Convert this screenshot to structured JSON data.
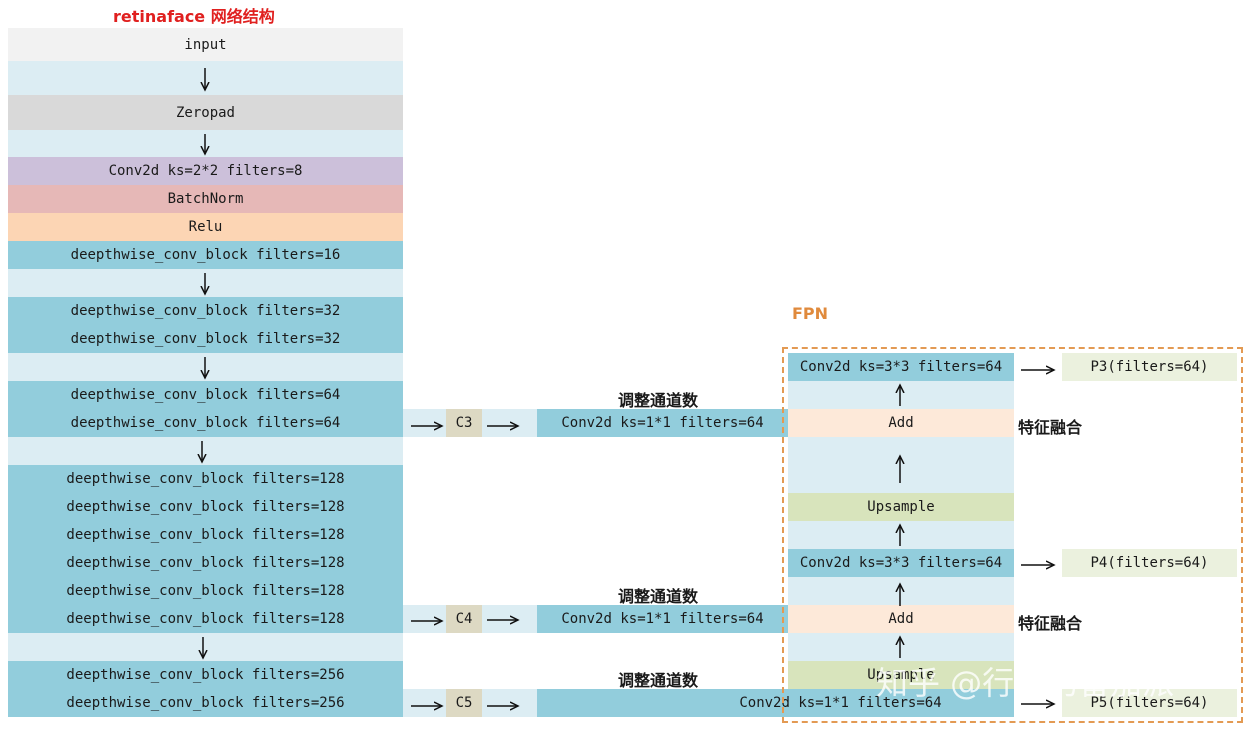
{
  "title": "retinaface 网络结构",
  "fpn_title": "FPN",
  "colors": {
    "title": "#e0201f",
    "fpn": "#e08a3c",
    "arrow_band": "#dcedf3",
    "block": "#92cddc",
    "input": "#f2f2f2",
    "zeropad": "#d9d9d9",
    "conv": "#ccc0da",
    "batchnorm": "#e6b8b7",
    "relu": "#fcd5b4",
    "add": "#fde9d9",
    "upsample": "#d8e4bc",
    "p_box": "#ebf1de",
    "c_box": "#ddd9c3"
  },
  "backbone": {
    "input": "input",
    "zeropad": "Zeropad",
    "conv": "Conv2d ks=2*2 filters=8",
    "batchnorm": "BatchNorm",
    "relu": "Relu",
    "block16": "deepthwise_conv_block filters=16",
    "block32": "deepthwise_conv_block filters=32",
    "block64": "deepthwise_conv_block filters=64",
    "block128": "deepthwise_conv_block filters=128",
    "block256": "deepthwise_conv_block filters=256"
  },
  "taps": {
    "c3": "C3",
    "c4": "C4",
    "c5": "C5",
    "adjust_label": "调整通道数",
    "conv1x1": "Conv2d ks=1*1 filters=64"
  },
  "fpn": {
    "conv3x3": "Conv2d ks=3*3 filters=64",
    "add": "Add",
    "upsample": "Upsample",
    "fusion_label": "特征融合",
    "p3": "P3(filters=64)",
    "p4": "P4(filters=64)",
    "p5": "P5(filters=64)"
  },
  "watermark": "知乎 @行走的番茄派"
}
